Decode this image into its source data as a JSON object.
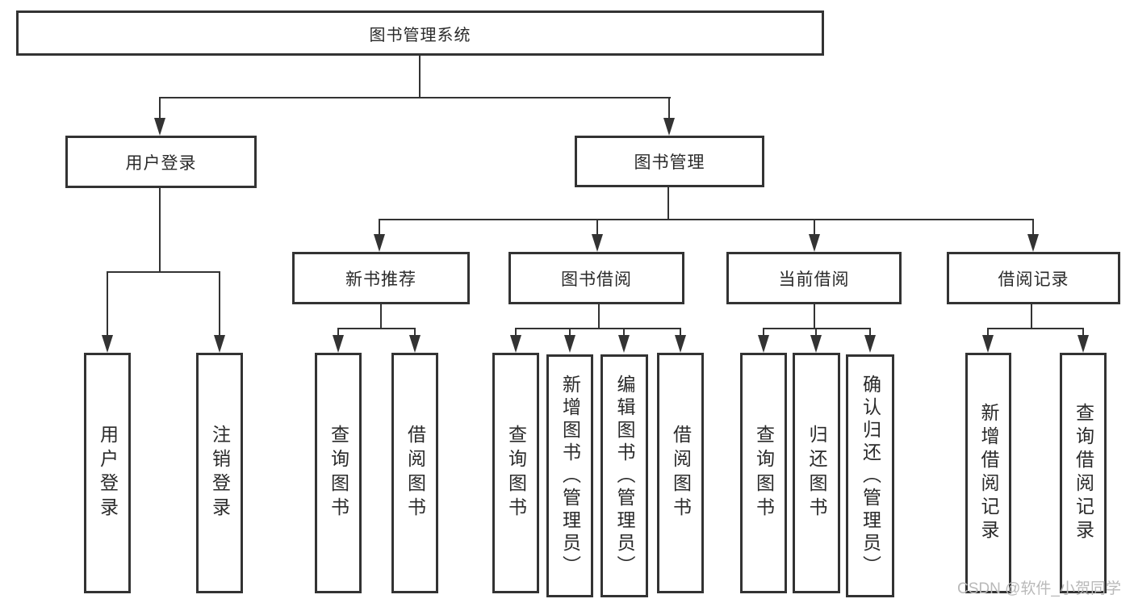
{
  "colors": {
    "line": "#333333",
    "text": "#2a2a2a",
    "watermark_gray": "#b9b9b9",
    "background": "#ffffff"
  },
  "diagram": {
    "title": "图书管理系统",
    "level2": {
      "user_login": "用户登录",
      "book_management": "图书管理"
    },
    "level3": {
      "new_book_recommend": "新书推荐",
      "book_borrow": "图书借阅",
      "current_borrow": "当前借阅",
      "borrow_records": "借阅记录"
    },
    "leaves": {
      "user_login": "用户登录",
      "logout": "注销登录",
      "recommend_query_books": "查询图书",
      "recommend_borrow_books": "借阅图书",
      "borrow_query_books": "查询图书",
      "borrow_add_books": "新增图书（管理员）",
      "borrow_edit_books": "编辑图书（管理员）",
      "borrow_borrow_books": "借阅图书",
      "current_query_books": "查询图书",
      "current_return_books": "归还图书",
      "current_confirm_return": "确认归还（管理员）",
      "records_add_record": "新增借阅记录",
      "records_query_record": "查询借阅记录"
    }
  },
  "watermark": "CSDN @软件_小贺同学"
}
